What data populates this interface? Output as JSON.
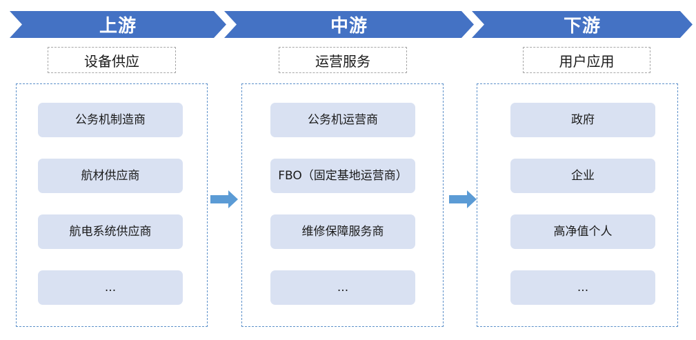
{
  "colors": {
    "banner": "#4472c4",
    "entity_fill": "#d9e1f2",
    "arrow": "#5b9bd5",
    "panel_border": "#5b8fc9",
    "category_border": "#a6a6a6"
  },
  "stages": [
    {
      "title": "上游",
      "category": "设备供应",
      "items": [
        "公务机制造商",
        "航材供应商",
        "航电系统供应商",
        "..."
      ]
    },
    {
      "title": "中游",
      "category": "运营服务",
      "items": [
        "公务机运营商",
        "FBO（固定基地运营商）",
        "维修保障服务商",
        "..."
      ]
    },
    {
      "title": "下游",
      "category": "用户应用",
      "items": [
        "政府",
        "企业",
        "高净值个人",
        "..."
      ]
    }
  ]
}
